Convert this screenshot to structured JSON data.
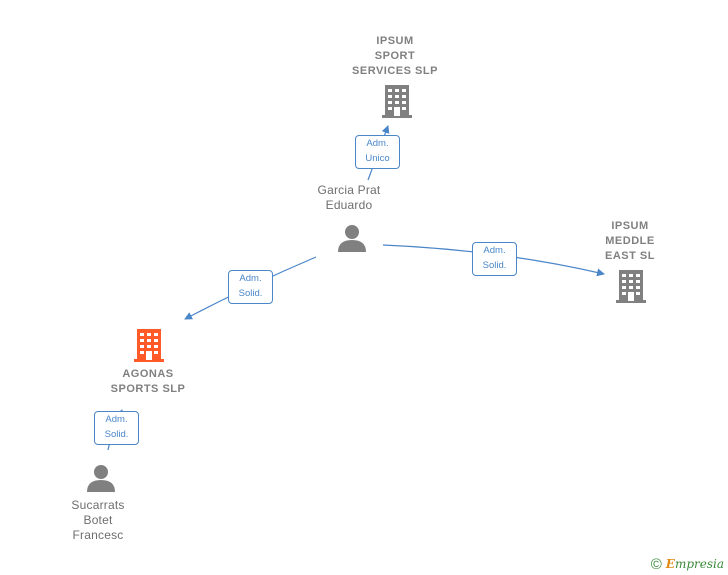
{
  "nodes": {
    "ipsum_sport": {
      "lines": [
        "IPSUM",
        "SPORT",
        "SERVICES  SLP"
      ],
      "color": "#808080"
    },
    "ipsum_meddle": {
      "lines": [
        "IPSUM",
        "MEDDLE",
        "EAST  SL"
      ],
      "color": "#808080"
    },
    "agonas": {
      "lines": [
        "AGONAS",
        "SPORTS  SLP"
      ],
      "color": "#ff5a28"
    },
    "garcia": {
      "lines": [
        "Garcia Prat",
        "Eduardo"
      ]
    },
    "sucarrats": {
      "lines": [
        "Sucarrats",
        "Botet",
        "Francesc"
      ]
    }
  },
  "edges": {
    "garcia_ipsum_sport": [
      "Adm.",
      "Unico"
    ],
    "garcia_ipsum_meddle": [
      "Adm.",
      "Solid."
    ],
    "garcia_agonas": [
      "Adm.",
      "Solid."
    ],
    "sucarrats_agonas": [
      "Adm.",
      "Solid."
    ]
  },
  "colors": {
    "edge": "#4a86c8",
    "building_gray": "#808080",
    "building_main": "#ff5a28",
    "person": "#808080"
  },
  "footer": {
    "copyright_symbol": "©",
    "brand_first": "E",
    "brand_rest": "mpresia"
  }
}
